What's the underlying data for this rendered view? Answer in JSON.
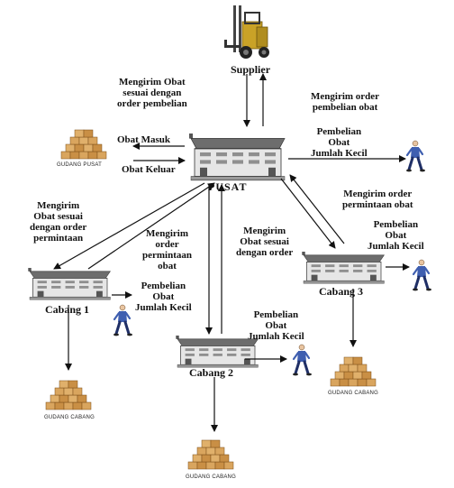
{
  "nodes": {
    "supplier": "Supplier",
    "pusat": "PUSAT",
    "cabang1": "Cabang 1",
    "cabang2": "Cabang 2",
    "cabang3": "Cabang 3"
  },
  "warehouses": {
    "pusat": "GUDANG PUSAT",
    "cabang1": "GUDANG CABANG",
    "cabang2": "GUDANG CABANG",
    "cabang3": "GUDANG CABANG"
  },
  "flows": {
    "kirim_obat_pusat": [
      "Mengirim Obat",
      "sesuai dengan",
      "order pembelian"
    ],
    "kirim_order_supplier": [
      "Mengirim order",
      "pembelian obat"
    ],
    "obat_masuk": "Obat Masuk",
    "obat_keluar": "Obat Keluar",
    "pembelian_pusat": [
      "Pembelian",
      "Obat",
      "Jumlah Kecil"
    ],
    "kirim_obat_cab1": [
      "Mengirim",
      "Obat sesuai",
      "dengan order",
      "permintaan"
    ],
    "order_permintaan_cab2": [
      "Mengirim",
      "order",
      "permintaan",
      "obat"
    ],
    "kirim_obat_cab3": [
      "Mengirim",
      "Obat sesuai",
      "dengan order"
    ],
    "order_permintaan_cab3": [
      "Mengirim order",
      "permintaan obat"
    ],
    "pembelian_cab1": [
      "Pembelian",
      "Obat",
      "Jumlah Kecil"
    ],
    "pembelian_cab2": [
      "Pembelian",
      "Obat",
      "Jumlah Kecil"
    ],
    "pembelian_cab3": [
      "Pembelian",
      "Obat",
      "Jumlah Kecil"
    ]
  },
  "icons": {
    "supplier": "forklift-icon",
    "building": "warehouse-building-icon",
    "boxes": "box-stack-icon",
    "customer": "walking-person-icon"
  },
  "colors": {
    "box": "#d9a55e",
    "box_dark": "#a86f2c",
    "person_shirt": "#3f5fb0",
    "forklift": "#c9a227"
  }
}
